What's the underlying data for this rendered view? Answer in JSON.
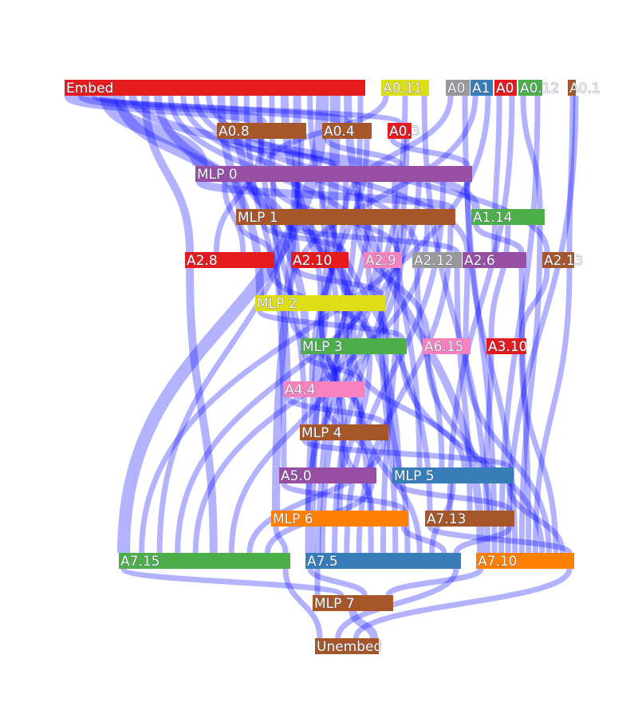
{
  "colors": {
    "link": "#0000ff",
    "red": "#e41a1c",
    "yellow": "#dede16",
    "brown": "#a65628",
    "purple": "#984ea3",
    "green": "#4daf4a",
    "pink": "#f781bf",
    "blue": "#377eb8",
    "orange": "#ff7f00",
    "grey": "#999999"
  },
  "nodes": [
    {
      "id": "embed",
      "label": "Embed",
      "color": "red",
      "layer": 0
    },
    {
      "id": "a0_11",
      "label": "A0.11",
      "color": "yellow",
      "layer": 0
    },
    {
      "id": "a0_g",
      "label": "A0",
      "color": "grey",
      "layer": 0
    },
    {
      "id": "a1",
      "label": "A1",
      "color": "blue",
      "layer": 0
    },
    {
      "id": "a0_r",
      "label": "A0",
      "color": "red",
      "layer": 0
    },
    {
      "id": "a0_12",
      "label": "A0.12",
      "color": "green",
      "layer": 0
    },
    {
      "id": "a0_1",
      "label": "A0.1",
      "color": "brown",
      "layer": 0
    },
    {
      "id": "a0_8",
      "label": "A0.8",
      "color": "brown",
      "layer": 1
    },
    {
      "id": "a0_4",
      "label": "A0.4",
      "color": "brown",
      "layer": 1
    },
    {
      "id": "a0_3",
      "label": "A0.3",
      "color": "red",
      "layer": 1
    },
    {
      "id": "mlp0",
      "label": "MLP 0",
      "color": "purple",
      "layer": 2
    },
    {
      "id": "mlp1",
      "label": "MLP 1",
      "color": "brown",
      "layer": 3
    },
    {
      "id": "a1_14",
      "label": "A1.14",
      "color": "green",
      "layer": 3
    },
    {
      "id": "a2_8",
      "label": "A2.8",
      "color": "red",
      "layer": 4
    },
    {
      "id": "a2_10",
      "label": "A2.10",
      "color": "red",
      "layer": 4
    },
    {
      "id": "a2_9",
      "label": "A2.9",
      "color": "pink",
      "layer": 4
    },
    {
      "id": "a2_12",
      "label": "A2.12",
      "color": "grey",
      "layer": 4
    },
    {
      "id": "a2_6",
      "label": "A2.6",
      "color": "purple",
      "layer": 4
    },
    {
      "id": "a2_13",
      "label": "A2.13",
      "color": "brown",
      "layer": 4
    },
    {
      "id": "mlp2",
      "label": "MLP 2",
      "color": "yellow",
      "layer": 5
    },
    {
      "id": "mlp3",
      "label": "MLP 3",
      "color": "green",
      "layer": 6
    },
    {
      "id": "a6_15",
      "label": "A6.15",
      "color": "pink",
      "layer": 6
    },
    {
      "id": "a3_10",
      "label": "A3.10",
      "color": "red",
      "layer": 6
    },
    {
      "id": "a4_4",
      "label": "A4.4",
      "color": "pink",
      "layer": 7
    },
    {
      "id": "mlp4",
      "label": "MLP 4",
      "color": "brown",
      "layer": 8
    },
    {
      "id": "a5_0",
      "label": "A5.0",
      "color": "purple",
      "layer": 9
    },
    {
      "id": "mlp5",
      "label": "MLP 5",
      "color": "blue",
      "layer": 9
    },
    {
      "id": "mlp6",
      "label": "MLP 6",
      "color": "orange",
      "layer": 10
    },
    {
      "id": "a7_13",
      "label": "A7.13",
      "color": "brown",
      "layer": 10
    },
    {
      "id": "a7_15",
      "label": "A7.15",
      "color": "green",
      "layer": 11
    },
    {
      "id": "a7_5",
      "label": "A7.5",
      "color": "blue",
      "layer": 11
    },
    {
      "id": "a7_10",
      "label": "A7.10",
      "color": "orange",
      "layer": 11
    },
    {
      "id": "mlp7",
      "label": "MLP 7",
      "color": "brown",
      "layer": 12
    },
    {
      "id": "unembed",
      "label": "Unembed",
      "color": "brown",
      "layer": 13
    }
  ],
  "links": [
    [
      "embed",
      "a0_8",
      3
    ],
    [
      "embed",
      "a0_4",
      2
    ],
    [
      "embed",
      "a0_3",
      1
    ],
    [
      "embed",
      "mlp0",
      5
    ],
    [
      "embed",
      "mlp1",
      3
    ],
    [
      "embed",
      "a1_14",
      2
    ],
    [
      "embed",
      "a2_8",
      2
    ],
    [
      "embed",
      "a2_10",
      2
    ],
    [
      "embed",
      "a2_9",
      1
    ],
    [
      "embed",
      "a2_12",
      1
    ],
    [
      "embed",
      "a2_6",
      1
    ],
    [
      "embed",
      "a2_13",
      1
    ],
    [
      "embed",
      "mlp2",
      2
    ],
    [
      "embed",
      "mlp3",
      2
    ],
    [
      "embed",
      "a4_4",
      1
    ],
    [
      "embed",
      "mlp4",
      1
    ],
    [
      "embed",
      "a5_0",
      1
    ],
    [
      "embed",
      "mlp5",
      2
    ],
    [
      "embed",
      "mlp6",
      2
    ],
    [
      "embed",
      "a7_13",
      1
    ],
    [
      "embed",
      "a7_15",
      4
    ],
    [
      "embed",
      "a7_5",
      3
    ],
    [
      "embed",
      "a7_10",
      2
    ],
    [
      "embed",
      "mlp7",
      1
    ],
    [
      "a0_11",
      "mlp0",
      1
    ],
    [
      "a0_11",
      "a7_5",
      1
    ],
    [
      "a0_11",
      "a7_10",
      1
    ],
    [
      "a0_g",
      "mlp1",
      1
    ],
    [
      "a0_g",
      "a7_10",
      1
    ],
    [
      "a1",
      "mlp2",
      1
    ],
    [
      "a1",
      "a7_15",
      1
    ],
    [
      "a0_r",
      "a2_6",
      1
    ],
    [
      "a0_r",
      "a7_13",
      1
    ],
    [
      "a0_12",
      "a1_14",
      1
    ],
    [
      "a0_12",
      "a7_10",
      1
    ],
    [
      "a0_1",
      "a2_13",
      1
    ],
    [
      "a0_1",
      "a7_10",
      1
    ],
    [
      "a0_8",
      "mlp0",
      1
    ],
    [
      "a0_8",
      "a2_8",
      1
    ],
    [
      "a0_8",
      "a7_15",
      1
    ],
    [
      "a0_4",
      "mlp0",
      1
    ],
    [
      "a0_4",
      "mlp3",
      1
    ],
    [
      "a0_3",
      "mlp0",
      1
    ],
    [
      "a0_3",
      "a7_5",
      1
    ],
    [
      "mlp0",
      "mlp1",
      2
    ],
    [
      "mlp0",
      "a2_8",
      1
    ],
    [
      "mlp0",
      "a2_10",
      1
    ],
    [
      "mlp0",
      "a2_9",
      1
    ],
    [
      "mlp0",
      "mlp2",
      1
    ],
    [
      "mlp0",
      "mlp3",
      1
    ],
    [
      "mlp0",
      "a4_4",
      1
    ],
    [
      "mlp0",
      "a5_0",
      1
    ],
    [
      "mlp0",
      "mlp5",
      1
    ],
    [
      "mlp0",
      "a7_15",
      1
    ],
    [
      "mlp0",
      "a7_5",
      1
    ],
    [
      "mlp0",
      "a7_10",
      1
    ],
    [
      "mlp1",
      "a2_8",
      1
    ],
    [
      "mlp1",
      "a2_10",
      1
    ],
    [
      "mlp1",
      "a2_12",
      1
    ],
    [
      "mlp1",
      "mlp2",
      1
    ],
    [
      "mlp1",
      "mlp3",
      1
    ],
    [
      "mlp1",
      "a6_15",
      1
    ],
    [
      "mlp1",
      "mlp4",
      1
    ],
    [
      "mlp1",
      "mlp6",
      1
    ],
    [
      "mlp1",
      "a7_15",
      1
    ],
    [
      "mlp1",
      "a7_5",
      1
    ],
    [
      "a1_14",
      "a2_6",
      1
    ],
    [
      "a1_14",
      "a3_10",
      1
    ],
    [
      "a1_14",
      "a7_10",
      1
    ],
    [
      "a2_8",
      "a7_15",
      2
    ],
    [
      "a2_8",
      "mlp3",
      1
    ],
    [
      "a2_10",
      "mlp2",
      1
    ],
    [
      "a2_10",
      "a7_5",
      1
    ],
    [
      "a2_9",
      "mlp3",
      1
    ],
    [
      "a2_9",
      "a7_5",
      1
    ],
    [
      "a2_12",
      "mlp5",
      1
    ],
    [
      "a2_12",
      "a7_13",
      1
    ],
    [
      "a2_6",
      "a6_15",
      1
    ],
    [
      "a2_6",
      "a7_10",
      1
    ],
    [
      "a2_13",
      "a3_10",
      1
    ],
    [
      "a2_13",
      "a7_10",
      1
    ],
    [
      "mlp2",
      "mlp3",
      1
    ],
    [
      "mlp2",
      "a4_4",
      1
    ],
    [
      "mlp2",
      "mlp4",
      1
    ],
    [
      "mlp2",
      "a7_15",
      1
    ],
    [
      "mlp2",
      "a7_5",
      1
    ],
    [
      "mlp3",
      "a4_4",
      1
    ],
    [
      "mlp3",
      "mlp4",
      1
    ],
    [
      "mlp3",
      "a5_0",
      1
    ],
    [
      "mlp3",
      "mlp5",
      1
    ],
    [
      "mlp3",
      "mlp6",
      1
    ],
    [
      "mlp3",
      "a7_5",
      1
    ],
    [
      "mlp3",
      "a7_10",
      1
    ],
    [
      "a6_15",
      "a7_13",
      1
    ],
    [
      "a6_15",
      "a7_10",
      1
    ],
    [
      "a3_10",
      "mlp5",
      1
    ],
    [
      "a3_10",
      "a7_10",
      1
    ],
    [
      "a4_4",
      "mlp4",
      1
    ],
    [
      "a4_4",
      "a5_0",
      1
    ],
    [
      "a4_4",
      "a7_5",
      1
    ],
    [
      "mlp4",
      "mlp5",
      1
    ],
    [
      "mlp4",
      "mlp6",
      1
    ],
    [
      "mlp4",
      "a7_15",
      1
    ],
    [
      "a5_0",
      "mlp6",
      1
    ],
    [
      "a5_0",
      "a7_15",
      1
    ],
    [
      "mlp5",
      "a7_13",
      1
    ],
    [
      "mlp5",
      "a7_5",
      1
    ],
    [
      "mlp5",
      "a7_10",
      1
    ],
    [
      "mlp6",
      "a7_15",
      1
    ],
    [
      "mlp6",
      "a7_5",
      1
    ],
    [
      "a7_13",
      "a7_10",
      1
    ],
    [
      "a7_13",
      "a7_5",
      1
    ],
    [
      "a7_15",
      "mlp7",
      1
    ],
    [
      "a7_15",
      "unembed",
      1
    ],
    [
      "a7_5",
      "mlp7",
      1
    ],
    [
      "a7_5",
      "unembed",
      1
    ],
    [
      "a7_10",
      "mlp7",
      1
    ],
    [
      "a7_10",
      "unembed",
      1
    ],
    [
      "mlp7",
      "unembed",
      2
    ]
  ]
}
